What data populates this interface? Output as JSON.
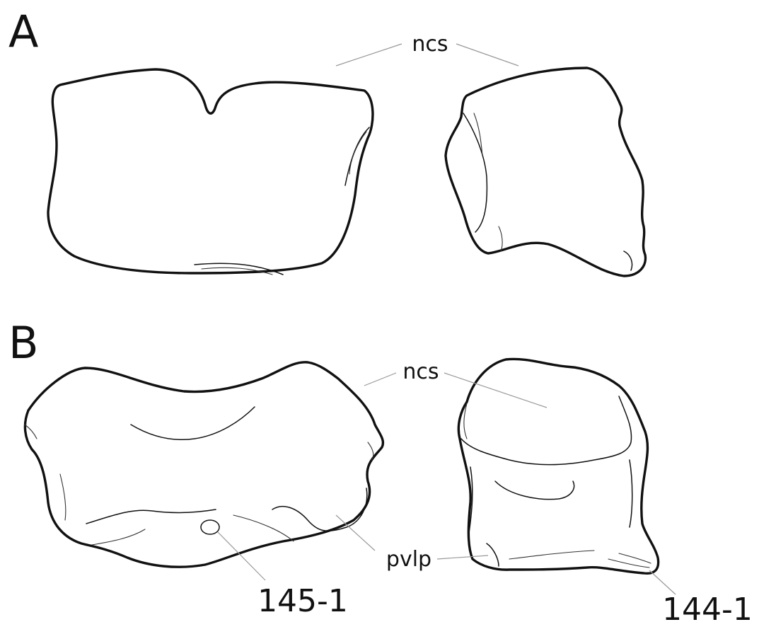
{
  "panels": {
    "a": {
      "letter": "A",
      "labels": {
        "ncs": "ncs"
      }
    },
    "b": {
      "letter": "B",
      "labels": {
        "ncs": "ncs",
        "pvlp": "pvlp"
      },
      "specimens": {
        "left": "145-1",
        "right": "144-1"
      }
    }
  }
}
